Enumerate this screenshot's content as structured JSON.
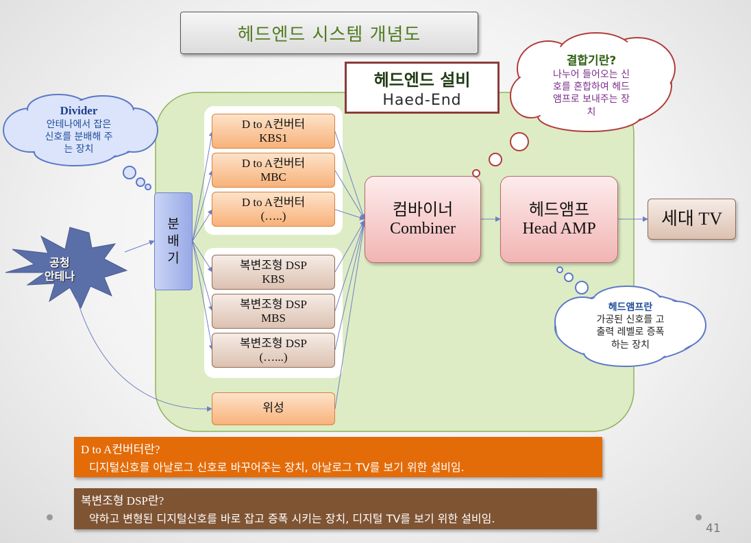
{
  "title": "헤드엔드 시스템 개념도",
  "headend": {
    "ko": "헤드엔드 설비",
    "en": "Haed-End"
  },
  "antenna": {
    "line1": "공청",
    "line2": "안테나"
  },
  "splitter": {
    "line1": "분",
    "line2": "배",
    "line3": "기"
  },
  "converters": [
    {
      "line1": "D to A컨버터",
      "line2": "KBS1"
    },
    {
      "line1": "D to A컨버터",
      "line2": "MBC"
    },
    {
      "line1": "D to A컨버터",
      "line2": "(…..)"
    }
  ],
  "dsps": [
    {
      "line1": "복변조형 DSP",
      "line2": "KBS"
    },
    {
      "line1": "복변조형 DSP",
      "line2": "MBS"
    },
    {
      "line1": "복변조형 DSP",
      "line2": "(…...)"
    }
  ],
  "satellite": "위성",
  "combiner": {
    "ko": "컴바이너",
    "en": "Combiner"
  },
  "headamp": {
    "ko": "헤드앰프",
    "en": "Head AMP"
  },
  "sede_tv": "세대 TV",
  "callouts": {
    "divider": {
      "title": "Divider",
      "line1": "안테나에서 잡은",
      "line2": "신호를 분배해 주",
      "line3": "는 장치"
    },
    "combiner": {
      "title": "결합기란?",
      "line1": "나누어 들어오는 신",
      "line2": "호를 혼합하여 헤드",
      "line3": "앰프로 보내주는 장",
      "line4": "치"
    },
    "headamp": {
      "title": "헤드앰프란",
      "line1": "가공된 신호를 고",
      "line2": "출력 레벨로 증폭",
      "line3": "하는 장치"
    }
  },
  "info_boxes": {
    "converter": {
      "title": "D to A컨버터란?",
      "text": "디지털신호를 아날로그 신호로 바꾸어주는 장치, 아날로그 TV를 보기 위한 설비임."
    },
    "dsp": {
      "title": "복변조형 DSP란?",
      "text": "약하고 변형된 디지털신호를 바로 잡고 증폭 시키는 장치, 디지털 TV를 보기 위한 설비임."
    }
  },
  "page_number": "41",
  "colors": {
    "green_region": "#ddecc4",
    "orange": "#f8b27a",
    "brown": "#dcc1b1",
    "pink": "#f2b4b4",
    "splitter": "#98a9e6",
    "cloud_border": "#5b78c7",
    "info_orange": "#e36c09",
    "info_brown": "#7f5433"
  }
}
